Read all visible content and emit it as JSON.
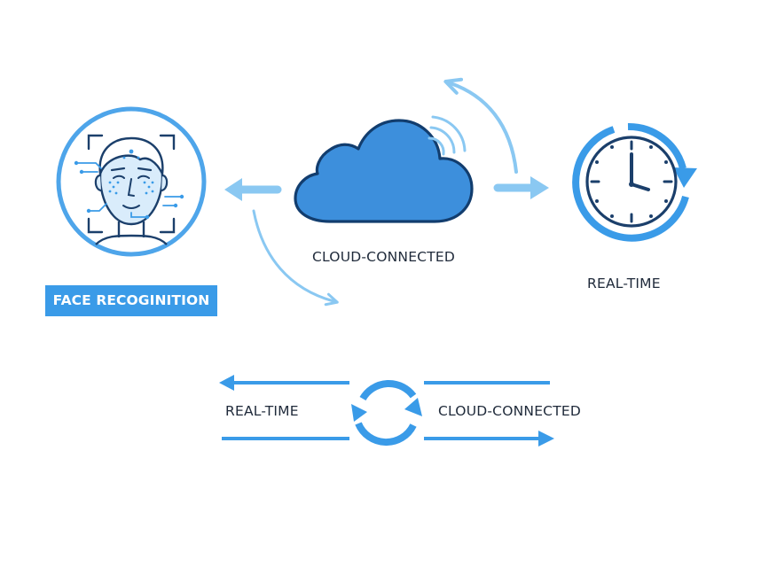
{
  "colors": {
    "primary_blue": "#3a9be8",
    "cloud_fill": "#3d8fdc",
    "cloud_stroke": "#123d6e",
    "light_arrow": "#8ac8f2",
    "dark_outline": "#1b3f6b",
    "text_dark": "#1f2a3a"
  },
  "nodes": {
    "face": {
      "label": "FACE RECOGINITION",
      "icon": "face-scan-icon"
    },
    "cloud": {
      "label": "CLOUD-CONNECTED",
      "icon": "cloud-wifi-icon"
    },
    "clock": {
      "label": "REAL-TIME",
      "icon": "clock-refresh-icon"
    }
  },
  "sync_row": {
    "left_label": "REAL-TIME",
    "right_label": "CLOUD-CONNECTED",
    "icon": "sync-icon"
  }
}
